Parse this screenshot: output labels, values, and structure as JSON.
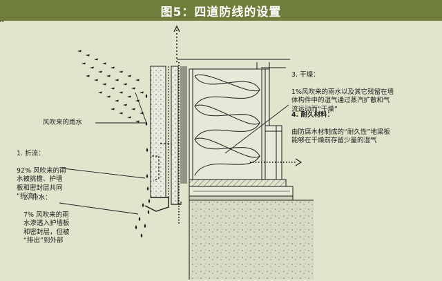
{
  "title": "图5：四道防线的设置",
  "labels": {
    "wind_rain": "风吹来的雨水",
    "deflection_head": "1. 折流：",
    "deflection_body": "92% 风吹来的雨\n水被挑檐、护墙\n板和密封层共同\n“折流”",
    "drainage_head": "2. 排水：",
    "drainage_body": "7% 风吹来的雨\n水渗透入护墙板\n和密封层，但被\n“排出”到外部",
    "drying_head": "3. 干燥：",
    "drying_body": "1%风吹来的雨水以及其它残留在墙\n体构件中的湿气通过蒸汽扩散和气\n流运动而“干燥”",
    "durable_head": "4. 耐久材料：",
    "durable_body": "由防腐木材制成的“耐久性”地梁板\n能够在干燥前存留少量的湿气"
  },
  "colors": {
    "background": "#e2e4cc",
    "title_bar": "#6f7d3a",
    "line": "#1a1a1a",
    "concrete": "#dadbc4"
  }
}
